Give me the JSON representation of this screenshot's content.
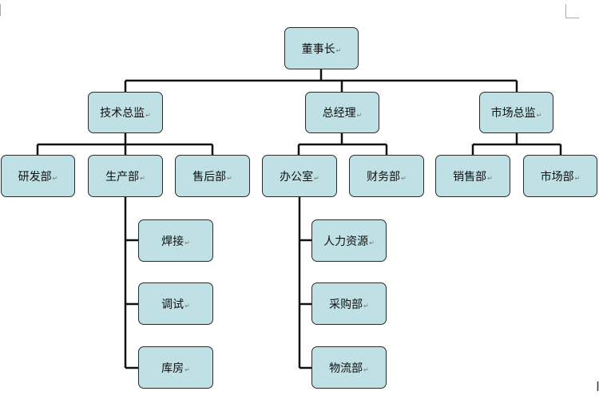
{
  "diagram": {
    "root": "董事长",
    "level1": [
      "技术总监",
      "总经理",
      "市场总监"
    ],
    "tech_children": [
      "研发部",
      "生产部",
      "售后部"
    ],
    "gm_children": [
      "办公室",
      "财务部"
    ],
    "market_children": [
      "销售部",
      "市场部"
    ],
    "production_children": [
      "焊接",
      "调试",
      "库房"
    ],
    "office_children": [
      "人力资源",
      "采购部",
      "物流部"
    ],
    "paragraph_mark": "↵"
  }
}
